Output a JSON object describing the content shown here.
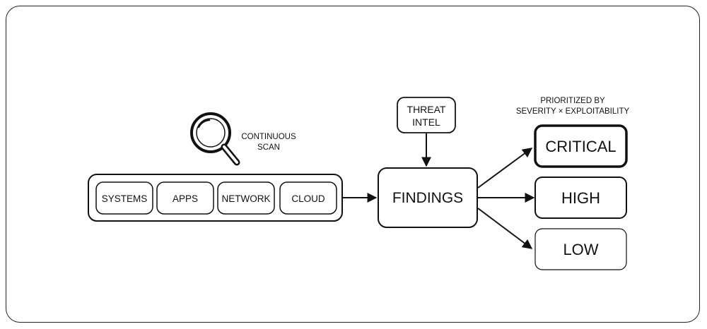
{
  "scan": {
    "label_line1": "CONTINUOUS",
    "label_line2": "SCAN",
    "icon": "magnifier-icon"
  },
  "sources": [
    "SYSTEMS",
    "APPS",
    "NETWORK",
    "CLOUD"
  ],
  "threat_intel": {
    "line1": "THREAT",
    "line2": "INTEL"
  },
  "findings": {
    "label": "FINDINGS"
  },
  "prioritized": {
    "line1": "PRIORITIZED BY",
    "line2": "SEVERITY × EXPLOITABILITY"
  },
  "levels": {
    "critical": "CRITICAL",
    "high": "HIGH",
    "low": "LOW"
  }
}
